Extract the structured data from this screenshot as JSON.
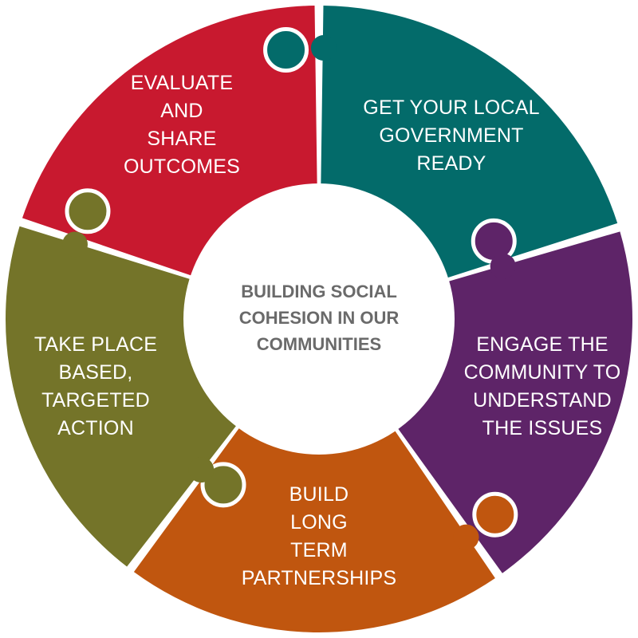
{
  "center": {
    "lines": [
      "BUILDING SOCIAL",
      "COHESION IN OUR",
      "COMMUNITIES"
    ]
  },
  "segments": [
    {
      "id": "get-ready",
      "color": "#036b6a",
      "lines": [
        "GET YOUR LOCAL",
        "GOVERNMENT",
        "READY"
      ]
    },
    {
      "id": "engage",
      "color": "#5e2468",
      "lines": [
        "ENGAGE THE",
        "COMMUNITY TO",
        "UNDERSTAND",
        "THE ISSUES"
      ]
    },
    {
      "id": "partnerships",
      "color": "#c0560f",
      "lines": [
        "BUILD",
        "LONG",
        "TERM",
        "PARTNERSHIPS"
      ]
    },
    {
      "id": "place-based",
      "color": "#747429",
      "lines": [
        "TAKE PLACE",
        "BASED,",
        "TARGETED",
        "ACTION"
      ]
    },
    {
      "id": "evaluate",
      "color": "#c8192f",
      "lines": [
        "EVALUATE",
        "AND",
        "SHARE",
        "OUTCOMES"
      ]
    }
  ],
  "colors": {
    "background": "#ffffff",
    "center_fill": "#ffffff",
    "center_text": "#6a6a6a"
  }
}
